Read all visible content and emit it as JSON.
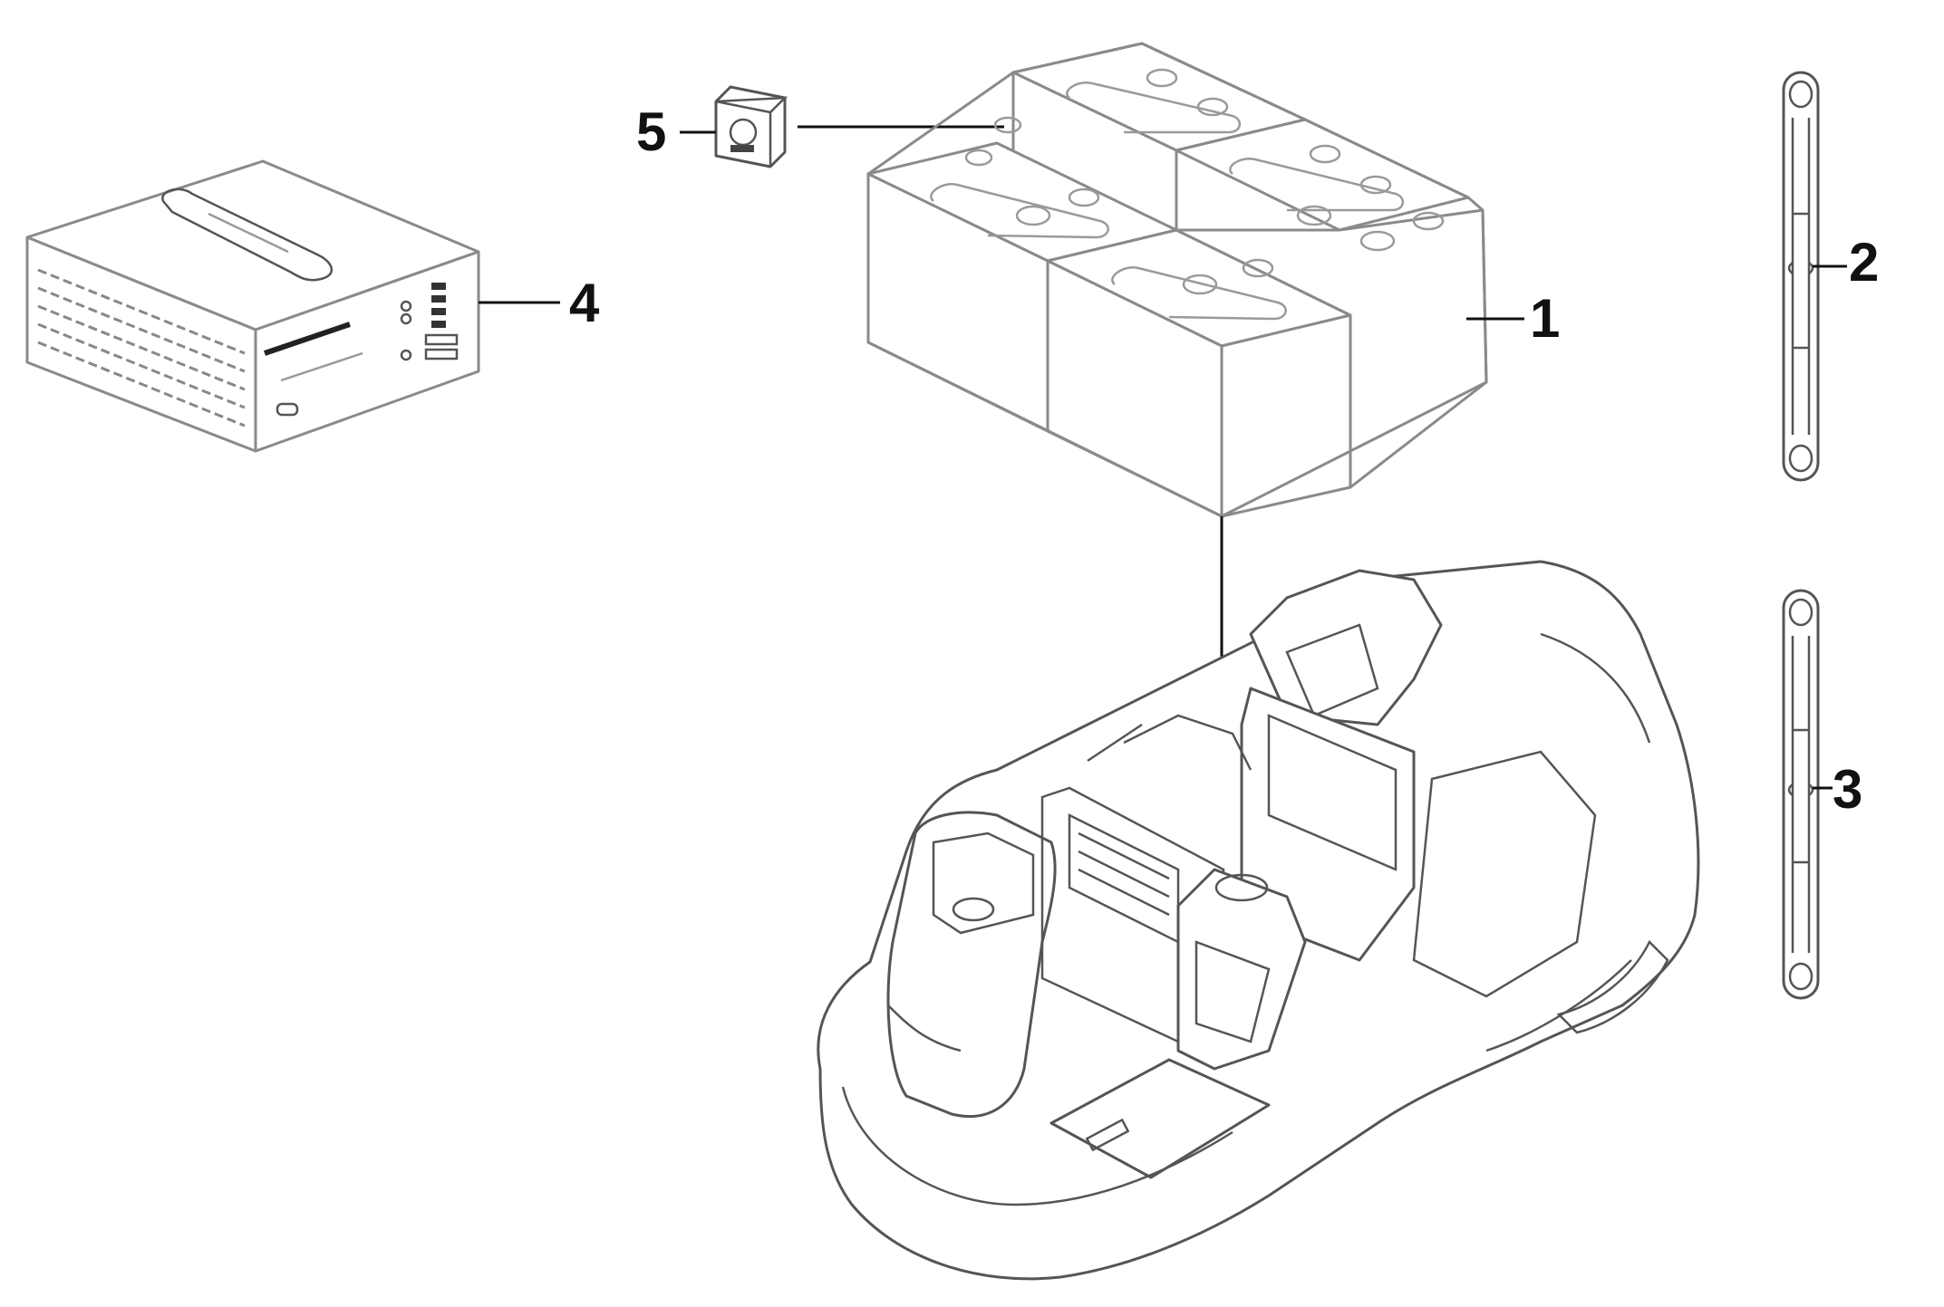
{
  "callouts": {
    "batteries": "1",
    "connector_cable_a": "2",
    "connector_cable_b": "3",
    "charger": "4",
    "battery_plug": "5"
  }
}
